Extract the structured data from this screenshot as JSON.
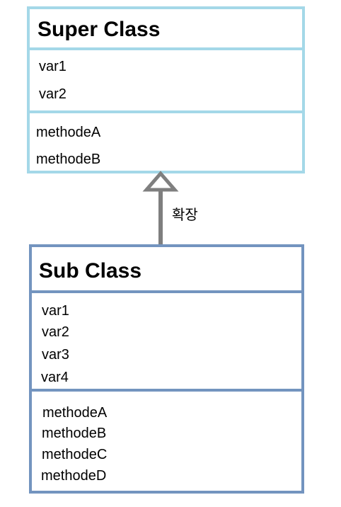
{
  "super_class": {
    "title": "Super Class",
    "attributes": [
      "var1",
      "var2"
    ],
    "methods": [
      "methodeA",
      "methodeB"
    ]
  },
  "sub_class": {
    "title": "Sub Class",
    "attributes": [
      "var1",
      "var2",
      "var3",
      "var4"
    ],
    "methods": [
      "methodeA",
      "methodeB",
      "methodeC",
      "methodeD"
    ]
  },
  "relation": {
    "label": "확장"
  },
  "colors": {
    "super_border": "#a4d8e8",
    "sub_border": "#7394bf",
    "arrow": "#7f7f7f"
  }
}
